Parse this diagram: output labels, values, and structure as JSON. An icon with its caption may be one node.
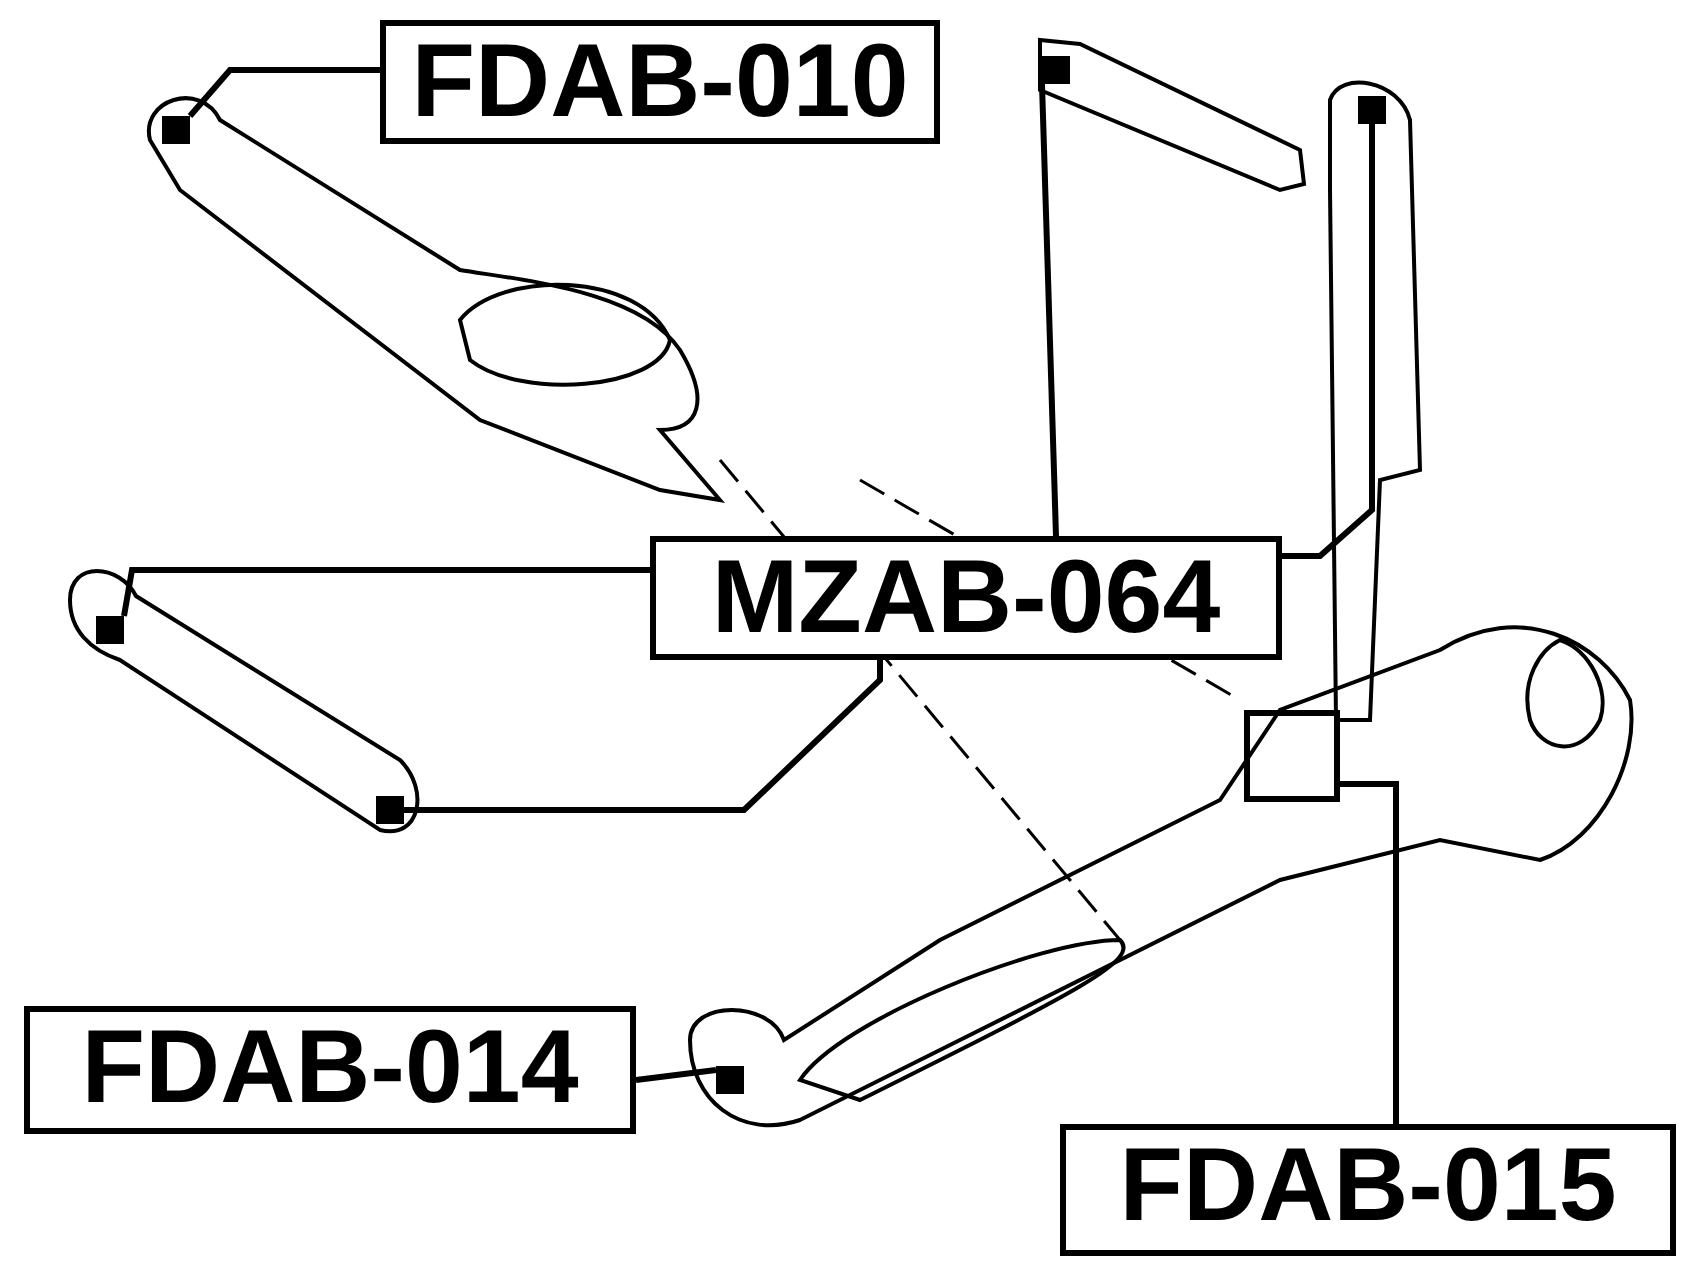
{
  "diagram": {
    "nodes": [
      {
        "text": [
          "FDAB-010"
        ]
      },
      {
        "text": [
          "MZAB-064"
        ]
      },
      {
        "text": [
          "FDAB-014"
        ]
      },
      {
        "text": [
          "FDAB-015"
        ]
      },
      {
        "text": [],
        "shape": "box"
      },
      {
        "text": [],
        "shape": "box"
      },
      {
        "text": [],
        "shape": "box"
      },
      {
        "text": [],
        "shape": "box"
      },
      {
        "text": [],
        "shape": "box"
      },
      {
        "text": [],
        "shape": "box"
      },
      {
        "text": [],
        "shape": "box"
      }
    ],
    "edges": [
      {
        "from": 0,
        "to": 4,
        "arrow": "none"
      },
      {
        "from": 1,
        "to": 5,
        "arrow": "none"
      },
      {
        "from": 1,
        "to": 6,
        "arrow": "none"
      },
      {
        "from": 1,
        "to": 7,
        "arrow": "none"
      },
      {
        "from": 1,
        "to": 8,
        "arrow": "none"
      },
      {
        "from": 2,
        "to": 9,
        "arrow": "none"
      },
      {
        "from": 3,
        "to": 10,
        "arrow": "none"
      }
    ]
  }
}
